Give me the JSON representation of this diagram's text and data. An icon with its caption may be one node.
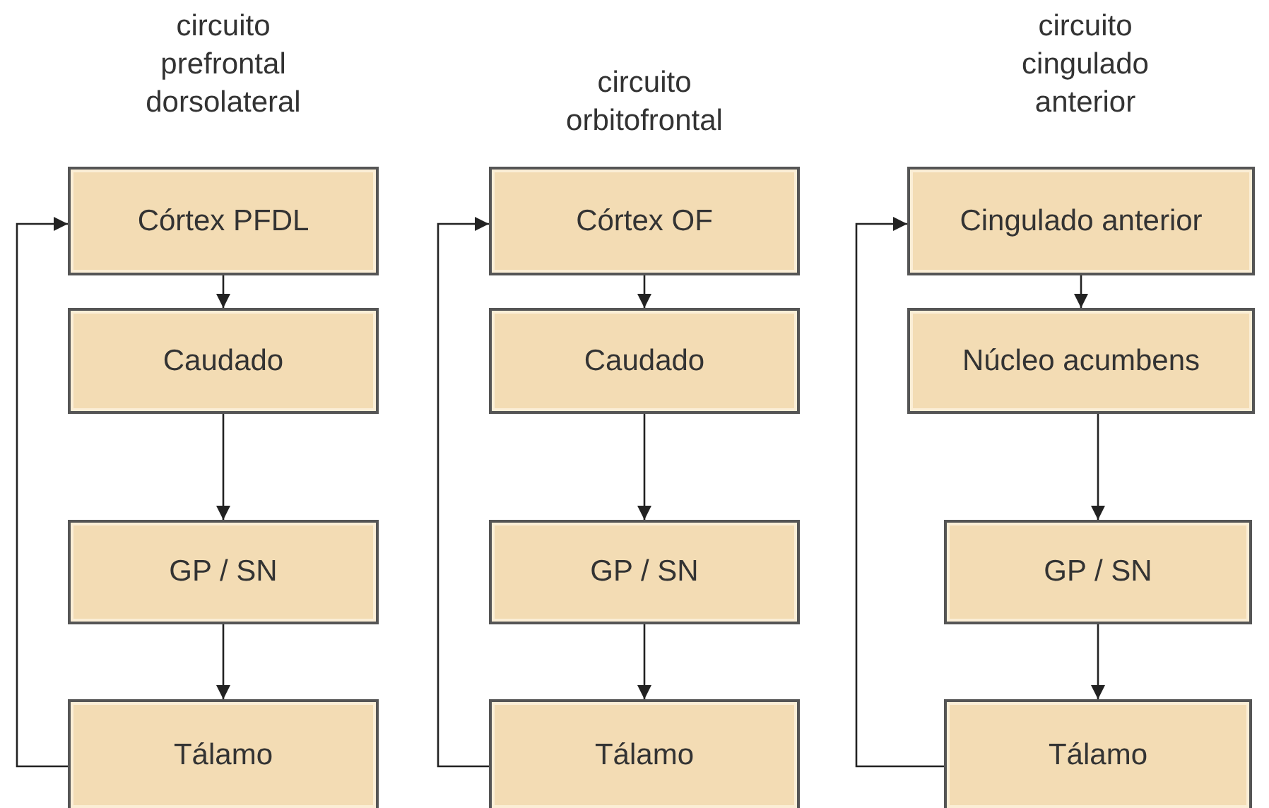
{
  "diagram": {
    "nodes": [
      {
        "text": [
          "Córtex PFDL"
        ]
      },
      {
        "text": [
          "Caudado"
        ]
      },
      {
        "text": [
          "GP / SN"
        ]
      },
      {
        "text": [
          "Tálamo"
        ]
      },
      {
        "text": [
          "Córtex OF"
        ]
      },
      {
        "text": [
          "Caudado"
        ]
      },
      {
        "text": [
          "GP / SN"
        ]
      },
      {
        "text": [
          "Tálamo"
        ]
      },
      {
        "text": [
          "Cingulado anterior"
        ]
      },
      {
        "text": [
          "Núcleo acumbens"
        ]
      },
      {
        "text": [
          "GP / SN"
        ]
      },
      {
        "text": [
          "Tálamo"
        ]
      }
    ],
    "edges": [
      {
        "from": 0,
        "to": 1,
        "arrow": "to"
      },
      {
        "from": 1,
        "to": 2,
        "arrow": "to"
      },
      {
        "from": 2,
        "to": 3,
        "arrow": "to"
      },
      {
        "from": 3,
        "to": 0,
        "arrow": "to"
      },
      {
        "from": 4,
        "to": 5,
        "arrow": "to"
      },
      {
        "from": 5,
        "to": 6,
        "arrow": "to"
      },
      {
        "from": 6,
        "to": 7,
        "arrow": "to"
      },
      {
        "from": 7,
        "to": 4,
        "arrow": "to"
      },
      {
        "from": 8,
        "to": 9,
        "arrow": "to"
      },
      {
        "from": 9,
        "to": 10,
        "arrow": "to"
      },
      {
        "from": 10,
        "to": 11,
        "arrow": "to"
      },
      {
        "from": 11,
        "to": 8,
        "arrow": "to"
      }
    ],
    "labels": [
      "circuito prefrontal dorsolateral",
      "circuito orbitofrontal",
      "circuito cingulado anterior"
    ]
  }
}
